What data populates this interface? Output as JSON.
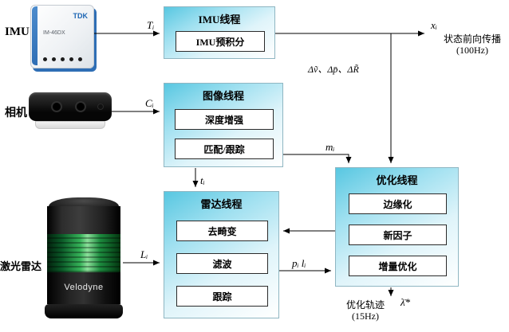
{
  "sensor_labels": {
    "imu": "IMU",
    "camera": "相机",
    "lidar": "激光雷达"
  },
  "devices": {
    "imu": {
      "brand": "TDK",
      "model": "IM-46DX"
    },
    "lidar": {
      "brand": "Velodyne"
    }
  },
  "threads": {
    "imu": {
      "title": "IMU线程",
      "steps": [
        "IMU预积分"
      ]
    },
    "image": {
      "title": "图像线程",
      "steps": [
        "深度增强",
        "匹配/跟踪"
      ]
    },
    "lidar": {
      "title": "雷达线程",
      "steps": [
        "去畸变",
        "滤波",
        "跟踪"
      ]
    },
    "opt": {
      "title": "优化线程",
      "steps": [
        "边缘化",
        "新因子",
        "增量优化"
      ]
    }
  },
  "signals": {
    "T_i": "Tᵢ",
    "C_i": "Cᵢ",
    "L_i": "Lᵢ",
    "x_i": "xᵢ",
    "m_i": "mᵢ",
    "t_i": "tᵢ",
    "p_i_l_i": "pᵢ lᵢ",
    "delta": "Δṽ、Δp̄、ΔR̃",
    "lambda_star": "λ̄*"
  },
  "outputs": {
    "state_propagation": "状态前向传播",
    "state_rate": "(100Hz)",
    "trajectory": "优化轨迹",
    "trajectory_rate": "(15Hz)"
  },
  "colors": {
    "thread_box_top": "#58c7e1",
    "thread_box_bottom": "#ffffff",
    "step_border": "#2b2b2b",
    "lidar_band_green": "#35b258",
    "imu_case_blue": "#2e6eb5",
    "arrow": "#000000"
  }
}
